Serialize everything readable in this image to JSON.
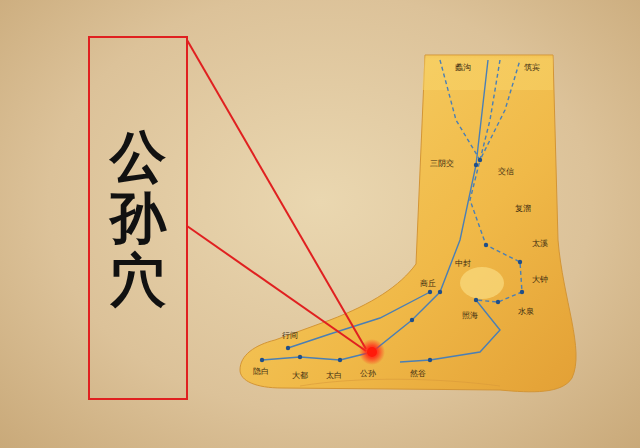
{
  "diagram": {
    "nodes": [
      {
        "text": [
          "公孙穴"
        ]
      }
    ],
    "labels": [
      "蠡沟",
      "筑宾",
      "三阴交",
      "交信",
      "复溜",
      "商丘",
      "中封",
      "太溪",
      "大钟",
      "水泉",
      "照海",
      "然谷",
      "公孙",
      "太白",
      "大都",
      "隐白",
      "行间"
    ]
  }
}
